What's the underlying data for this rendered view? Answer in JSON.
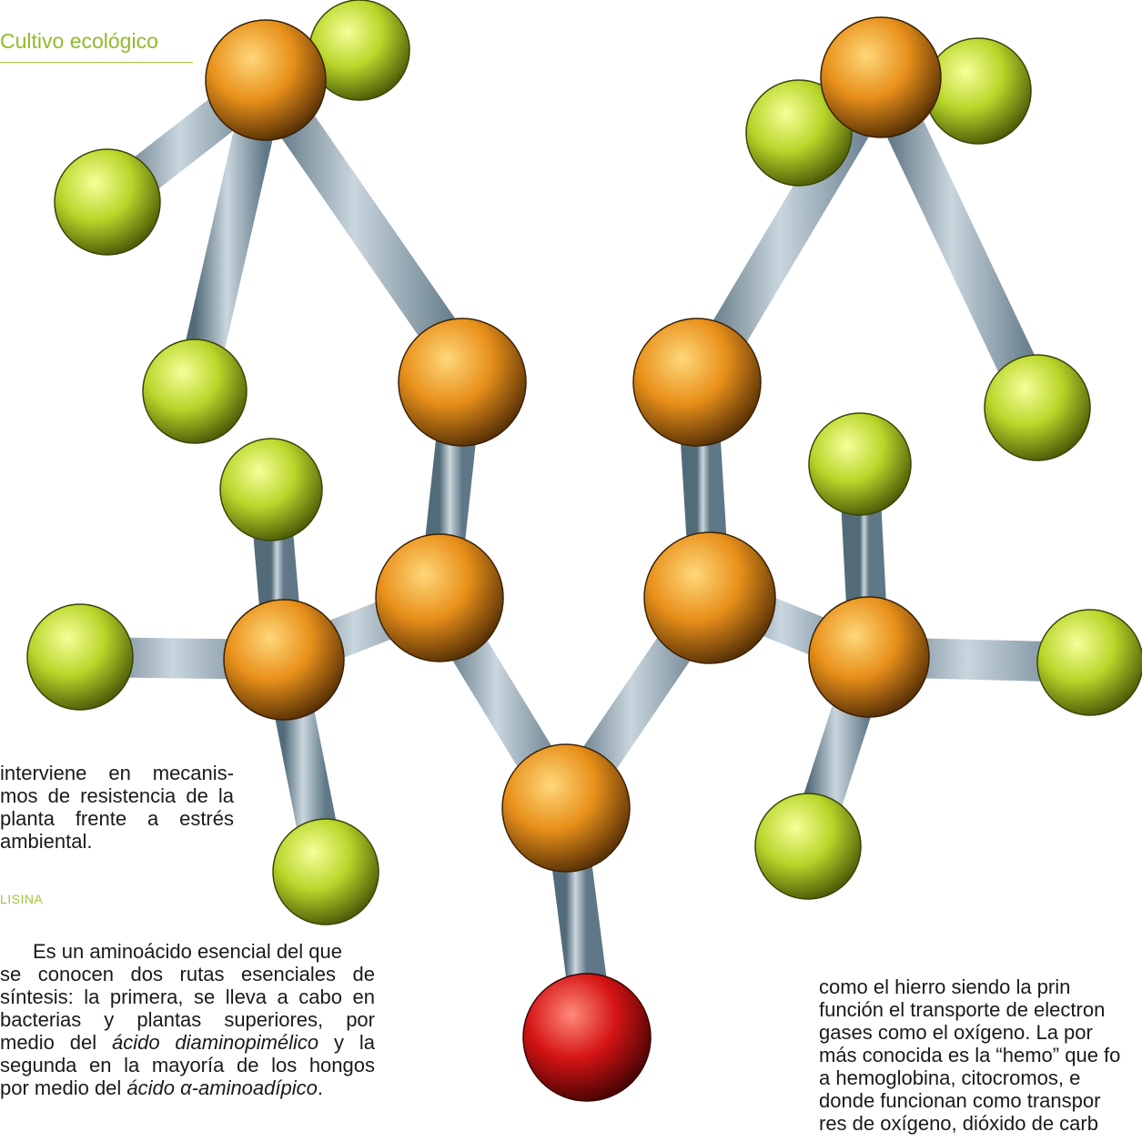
{
  "header": {
    "section_title": "Cultivo ecológico"
  },
  "left_column_top": {
    "lines": [
      "interviene en mecanis-",
      "mos de resistencia de la",
      "planta frente a estrés",
      "ambiental."
    ]
  },
  "lysine": {
    "heading": "LISINA",
    "lines": [
      {
        "a": "Es un aminoácido esencial del que"
      },
      {
        "a": "se conocen dos rutas esenciales de"
      },
      {
        "a": "síntesis: la primera, se lleva a cabo en"
      },
      {
        "a": "bacterias y plantas superiores, por"
      },
      {
        "a": "medio del ",
        "em": "ácido diaminopimélico",
        "b": " y la"
      },
      {
        "a": "segunda en la mayoría de los hongos"
      },
      {
        "a": "por medio del ",
        "em": "ácido α-aminoadípico",
        "b": "."
      }
    ]
  },
  "right_column": {
    "lines": [
      "como el hierro siendo la prin",
      "función el transporte de electron",
      "gases como el oxígeno. La por",
      "más conocida es la “hemo” que fo",
      "a hemoglobina, citocromos, e",
      "donde funcionan como transpor",
      "res de oxígeno, dióxido de carb"
    ]
  },
  "colors": {
    "accent_green": "#8fbc2a",
    "atom_orange": "#e8901a",
    "atom_green": "#b9d62a",
    "atom_red": "#d41414",
    "bond_gray": "#7f98a8"
  }
}
